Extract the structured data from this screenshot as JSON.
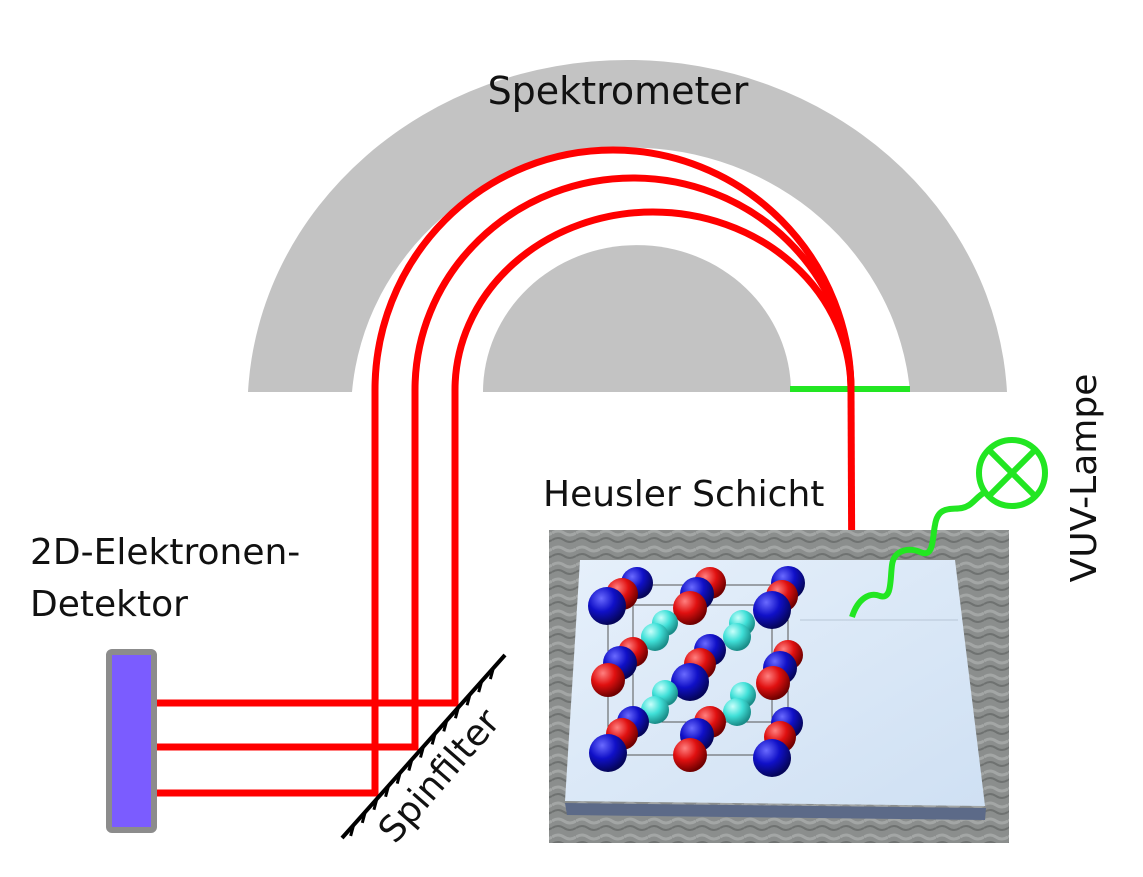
{
  "labels": {
    "spectrometer": "Spektrometer",
    "sample": "Heusler Schicht",
    "detector_line1": "2D-Elektronen-",
    "detector_line2": "Detektor",
    "spinfilter": "Spinfilter",
    "lamp": "VUV-Lampe"
  },
  "colors": {
    "electron_path": "#ff0000",
    "light": "#22e622",
    "spectrometer": "#c3c3c3",
    "detector": "#7b5cff",
    "detector_frame": "#8c8c8c",
    "atom_a": "#1010c8",
    "atom_b": "#e01010",
    "atom_c": "#40e0d8"
  }
}
